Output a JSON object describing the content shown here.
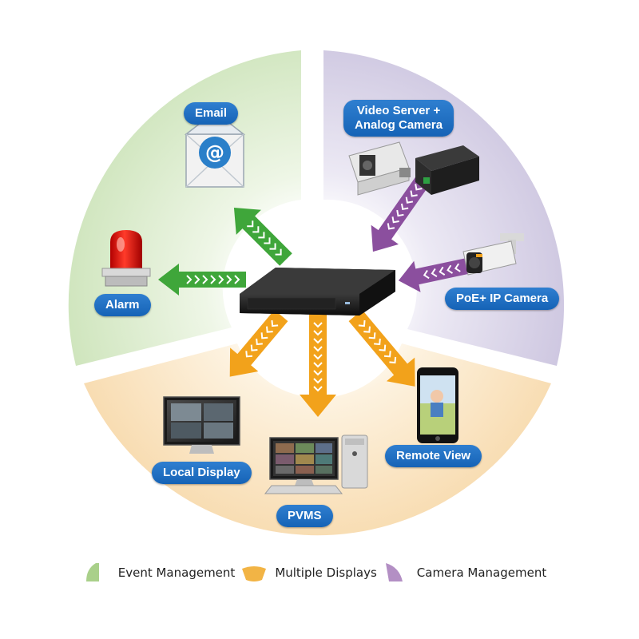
{
  "labels": {
    "email": "Email",
    "video_server": "Video Server +",
    "analog_camera": "Analog Camera",
    "alarm": "Alarm",
    "poe_camera": "PoE+ IP Camera",
    "local_display": "Local Display",
    "pvms": "PVMS",
    "remote_view": "Remote View"
  },
  "legend": {
    "event": "Event Management",
    "displays": "Multiple Displays",
    "camera": "Camera Management"
  },
  "colors": {
    "event_sector": "#dfeed2",
    "displays_sector": "#fbe6c6",
    "camera_sector": "#ddd8eb",
    "green_arrow": "#3fa63a",
    "orange_arrow": "#f2a21b",
    "purple_arrow": "#8b4f9e",
    "label_blue": "#1f6fc3"
  }
}
